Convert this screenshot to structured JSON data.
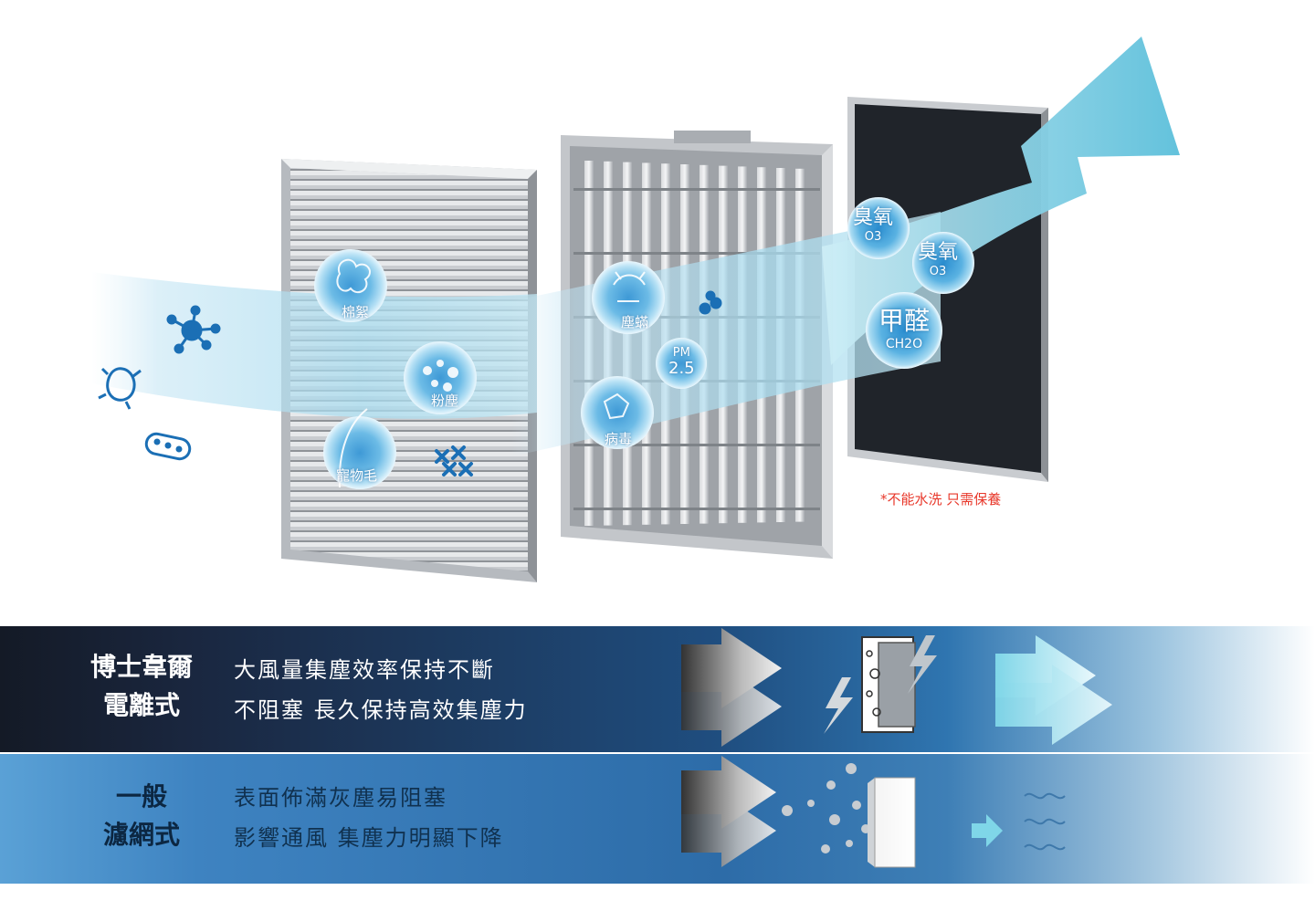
{
  "scene": {
    "bubbles": [
      {
        "label": "棉絮"
      },
      {
        "label": "粉塵"
      },
      {
        "label": "寵物毛"
      },
      {
        "label": "塵蟎"
      },
      {
        "label": "病毒"
      }
    ],
    "pm25": {
      "top": "PM",
      "bottom": "2.5"
    },
    "molecules": [
      {
        "name": "臭氧",
        "formula": "O3"
      },
      {
        "name": "臭氧",
        "formula": "O3"
      },
      {
        "name": "甲醛",
        "formula": "CH2O"
      }
    ],
    "note": "*不能水洗  只需保養"
  },
  "comparison": {
    "rows": [
      {
        "title_line1": "博士韋爾",
        "title_line2": "電離式",
        "desc_line1": "大風量集塵效率保持不斷",
        "desc_line2": "不阻塞 長久保持高效集塵力"
      },
      {
        "title_line1": "一般",
        "title_line2": "濾網式",
        "desc_line1": "表面佈滿灰塵易阻塞",
        "desc_line2": "影響通風 集塵力明顯下降"
      }
    ]
  },
  "colors": {
    "accent_blue": "#1b6fb5",
    "airflow": "#7fd0e6",
    "note_red": "#e8382b"
  }
}
